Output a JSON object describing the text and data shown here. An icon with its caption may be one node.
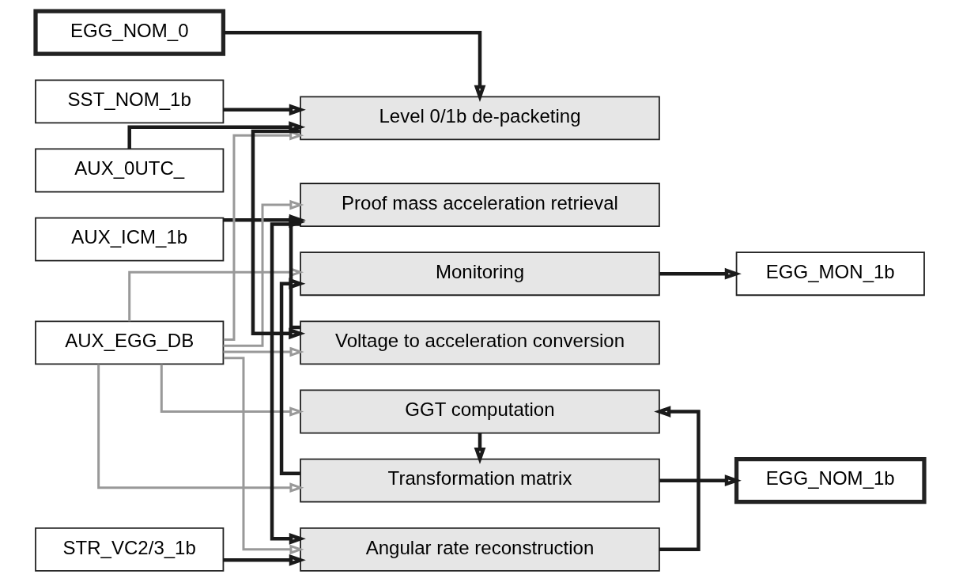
{
  "diagram": {
    "nodes": [
      {
        "text": [
          "EGG_NOM_0"
        ]
      },
      {
        "text": [
          "SST_NOM_1b"
        ]
      },
      {
        "text": [
          "AUX_0UTC_"
        ]
      },
      {
        "text": [
          "AUX_ICM_1b"
        ]
      },
      {
        "text": [
          "STR_VC2/3_1b"
        ]
      },
      {
        "text": [
          "AUX_EGG_DB"
        ]
      },
      {
        "text": [
          "Level 0/1b de-packeting"
        ]
      },
      {
        "text": [
          "Voltage to acceleration conversion"
        ]
      },
      {
        "text": [
          "Proof mass acceleration retrieval"
        ]
      },
      {
        "text": [
          "Angular rate reconstruction"
        ]
      },
      {
        "text": [
          "GGT computation"
        ]
      },
      {
        "text": [
          "Transformation matrix"
        ]
      },
      {
        "text": [
          "Monitoring"
        ]
      },
      {
        "text": [
          "EGG_NOM_1b"
        ]
      },
      {
        "text": [
          "EGG_MON_1b"
        ]
      }
    ],
    "edges": [
      {
        "from": 0,
        "to": 6,
        "arrow": "to"
      },
      {
        "from": 1,
        "to": 6,
        "arrow": "to"
      },
      {
        "from": 2,
        "to": 6,
        "arrow": "to"
      },
      {
        "from": 6,
        "to": 7,
        "arrow": "to"
      },
      {
        "from": 7,
        "to": 8,
        "arrow": "to"
      },
      {
        "from": 8,
        "to": 9,
        "arrow": "to"
      },
      {
        "from": 9,
        "to": 10,
        "arrow": "to"
      },
      {
        "from": 10,
        "to": 11,
        "arrow": "to"
      },
      {
        "from": 11,
        "to": 12,
        "arrow": "to"
      },
      {
        "from": 3,
        "to": 8,
        "arrow": "to"
      },
      {
        "from": 4,
        "to": 9,
        "arrow": "to"
      },
      {
        "from": 5,
        "to": 6,
        "arrow": "to",
        "color": "#999999"
      },
      {
        "from": 5,
        "to": 7,
        "arrow": "to",
        "color": "#999999"
      },
      {
        "from": 5,
        "to": 8,
        "arrow": "to",
        "color": "#999999"
      },
      {
        "from": 5,
        "to": 9,
        "arrow": "to",
        "color": "#999999"
      },
      {
        "from": 5,
        "to": 10,
        "arrow": "to",
        "color": "#999999"
      },
      {
        "from": 5,
        "to": 11,
        "arrow": "to",
        "color": "#999999"
      },
      {
        "from": 5,
        "to": 12,
        "arrow": "to",
        "color": "#999999"
      },
      {
        "from": 11,
        "to": 13,
        "arrow": "to"
      },
      {
        "from": 12,
        "to": 14,
        "arrow": "to"
      }
    ]
  }
}
